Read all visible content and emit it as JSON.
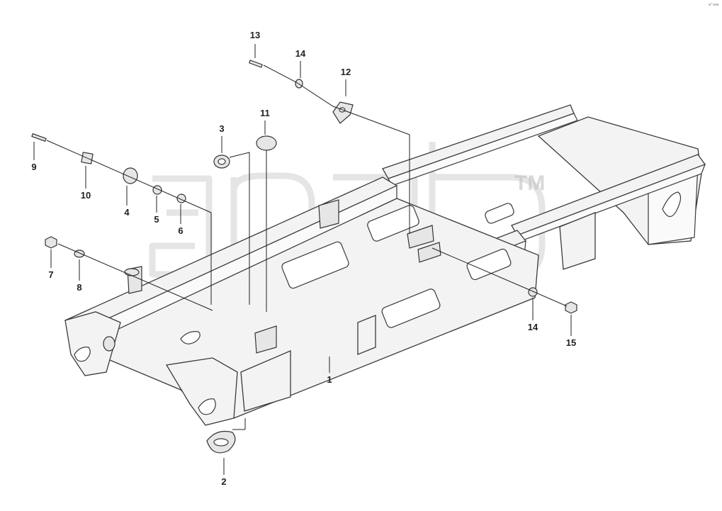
{
  "diagram": {
    "corner_code": "a° oee",
    "watermark_tm": "TM"
  },
  "callouts": [
    {
      "id": "c1",
      "label": "1"
    },
    {
      "id": "c2",
      "label": "2"
    },
    {
      "id": "c3",
      "label": "3"
    },
    {
      "id": "c4",
      "label": "4"
    },
    {
      "id": "c5",
      "label": "5"
    },
    {
      "id": "c6",
      "label": "6"
    },
    {
      "id": "c7",
      "label": "7"
    },
    {
      "id": "c8",
      "label": "8"
    },
    {
      "id": "c9",
      "label": "9"
    },
    {
      "id": "c10",
      "label": "10"
    },
    {
      "id": "c11",
      "label": "11"
    },
    {
      "id": "c12",
      "label": "12"
    },
    {
      "id": "c13",
      "label": "13"
    },
    {
      "id": "c14a",
      "label": "14"
    },
    {
      "id": "c14b",
      "label": "14"
    },
    {
      "id": "c15",
      "label": "15"
    }
  ]
}
